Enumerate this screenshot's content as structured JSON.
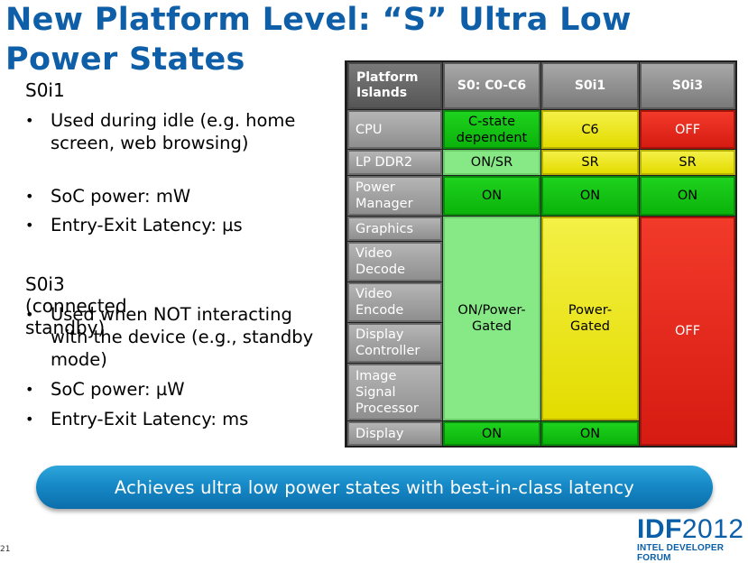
{
  "slide": {
    "title_line1": "New Platform Level: “S” Ultra Low",
    "title_line2": "Power States"
  },
  "left": {
    "s0i1": {
      "heading": "S0i1",
      "bullets": [
        "Used during idle (e.g. home screen, web browsing)",
        "SoC power: mW",
        "Entry-Exit Latency: µs"
      ]
    },
    "s0i3": {
      "heading": "S0i3 (connected standby)",
      "bullets": [
        "Used when NOT interacting with the device (e.g., standby mode)",
        "SoC power: µW",
        "Entry-Exit Latency: ms"
      ]
    },
    "bullet_glyph": "•"
  },
  "table": {
    "corner": "Platform Islands",
    "columns": [
      "S0: C0-C6",
      "S0i1",
      "S0i3"
    ],
    "rows": [
      {
        "label": "CPU",
        "values": [
          "C-state dependent",
          "C6",
          "OFF"
        ]
      },
      {
        "label": "LP DDR2",
        "values": [
          "ON/SR",
          "SR",
          "SR"
        ]
      },
      {
        "label": "Power Manager",
        "values": [
          "ON",
          "ON",
          "ON"
        ]
      },
      {
        "label": "Graphics"
      },
      {
        "label": "Video Decode"
      },
      {
        "label": "Video Encode"
      },
      {
        "label": "Display Controller"
      },
      {
        "label": "Image Signal Processor"
      },
      {
        "label": "Display",
        "values": [
          "ON",
          "ON"
        ]
      }
    ],
    "merged": {
      "s0": "ON/Power-Gated",
      "s0i1": "Power-Gated",
      "s0i3": "OFF"
    },
    "colors": {
      "bright_green": "#0bb30b",
      "light_green": "#86e986",
      "yellow": "#e3dc00",
      "red": "#d61b12"
    }
  },
  "banner": {
    "text": "Achieves ultra low power states with best-in-class latency"
  },
  "logo": {
    "idf": "IDF",
    "year": "2012",
    "subtitle": "INTEL DEVELOPER FORUM"
  },
  "footer": {
    "page_number": "21"
  }
}
